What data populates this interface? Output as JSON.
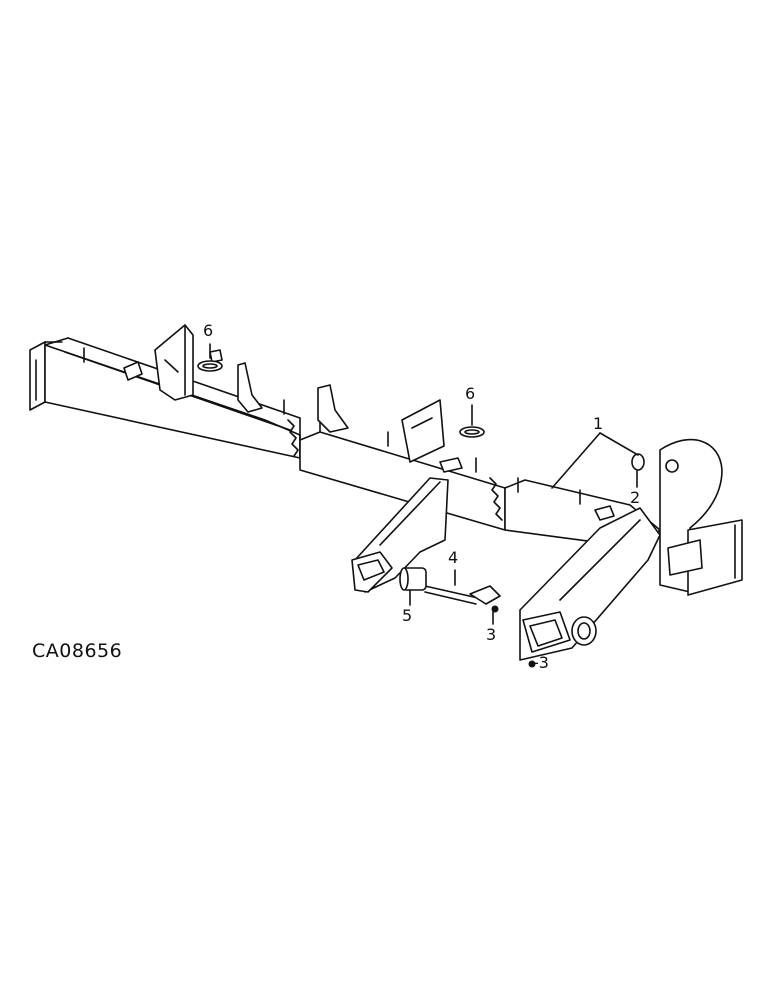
{
  "figure": {
    "reference_code": "CA08656",
    "callouts": [
      {
        "id": "c1",
        "label": "1"
      },
      {
        "id": "c2",
        "label": "2"
      },
      {
        "id": "c3a",
        "label": "3"
      },
      {
        "id": "c3b",
        "label": "-3"
      },
      {
        "id": "c4",
        "label": "4"
      },
      {
        "id": "c5",
        "label": "5"
      },
      {
        "id": "c6a",
        "label": "6"
      },
      {
        "id": "c6b",
        "label": "6"
      }
    ]
  }
}
